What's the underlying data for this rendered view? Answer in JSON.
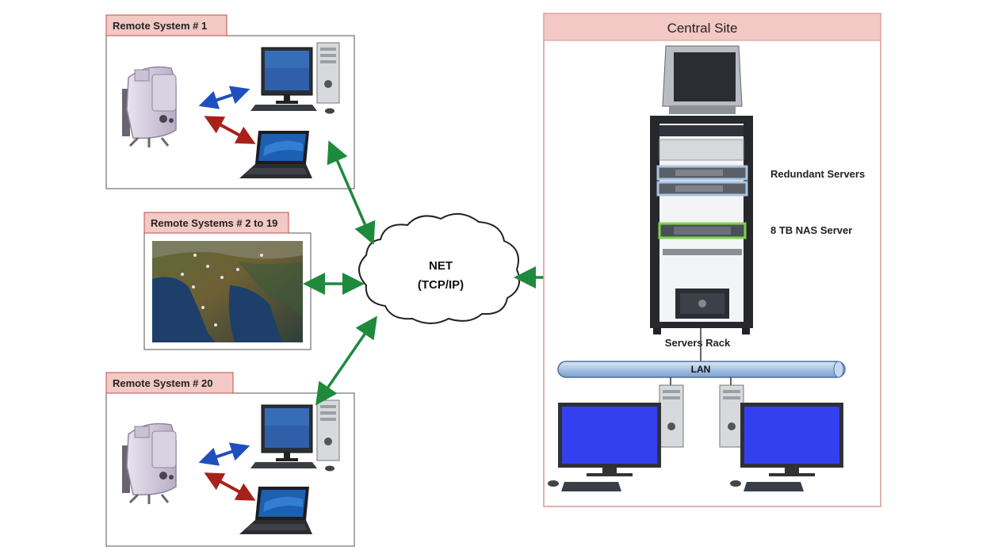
{
  "remote_1": {
    "label": "Remote System  # 1"
  },
  "remote_2_19": {
    "label": "Remote Systems  # 2 to 19"
  },
  "remote_20": {
    "label": "Remote System  # 20"
  },
  "network": {
    "line1": "NET",
    "line2": "(TCP/IP)"
  },
  "central": {
    "title": "Central Site",
    "redundant_servers": "Redundant Servers",
    "nas_server": "8 TB NAS Server",
    "servers_rack": "Servers Rack",
    "lan": "LAN"
  },
  "colors": {
    "header_fill": "#f2c9c4",
    "header_border": "#c0504d",
    "central_border": "#d99791",
    "link_green": "#1e8a3c",
    "blue_arrow": "#1f4fbf",
    "red_arrow": "#a8201a",
    "monitor_screen": "#2f3fef"
  },
  "icons": [
    "camera-icon",
    "desktop-pc-icon",
    "laptop-icon",
    "map-image",
    "cloud-icon",
    "server-rack-icon",
    "lan-bus-icon",
    "workstation-icon"
  ]
}
